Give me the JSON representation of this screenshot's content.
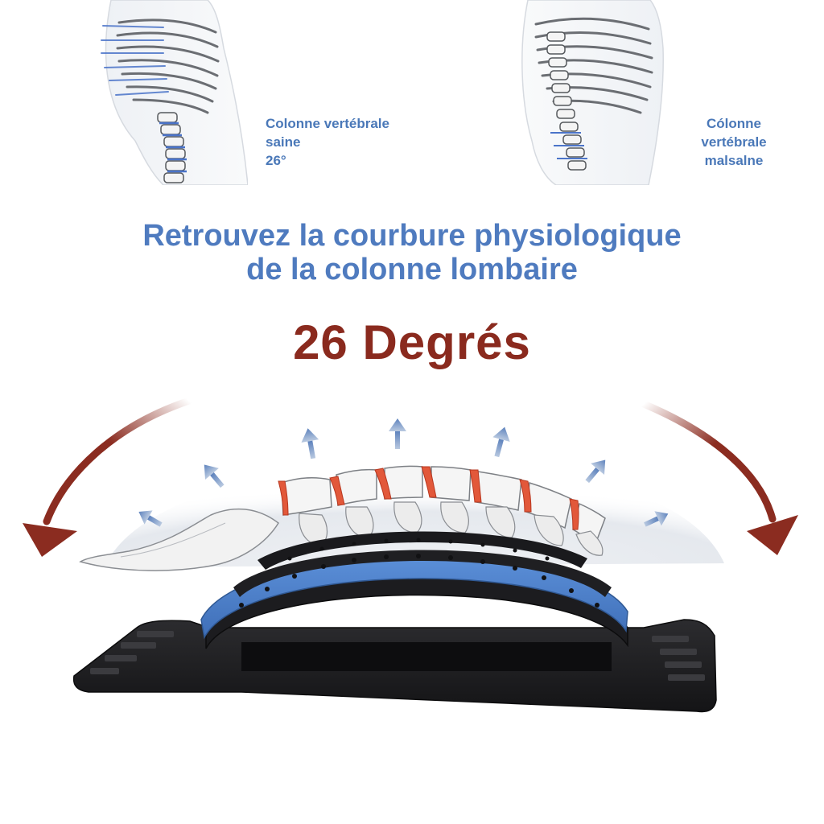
{
  "healthy": {
    "lines": [
      "Colonne vertébrale",
      "saine",
      "26°"
    ]
  },
  "unhealthy": {
    "lines": [
      "Cólonne",
      "vertébrale",
      "malsalne"
    ]
  },
  "headline": {
    "line1": "Retrouvez la courbure physiologique",
    "line2": "de la colonne lombaire"
  },
  "degrees": "26 Degrés",
  "colors": {
    "caption_blue": "#4a78b8",
    "headline_blue": "#4f7bbf",
    "degrees_red": "#8a2a1e",
    "arrow_red": "#8b2c20",
    "stretcher_blue": "#4a7ec9",
    "stretcher_black": "#1e1e20",
    "disc_orange": "#e2583a"
  },
  "icons": [
    "healthy-spine-illustration",
    "unhealthy-spine-illustration",
    "curved-arrow-left-icon",
    "curved-arrow-right-icon",
    "stretch-arrow-icon",
    "lumbar-spine-illustration",
    "back-stretcher-device"
  ]
}
